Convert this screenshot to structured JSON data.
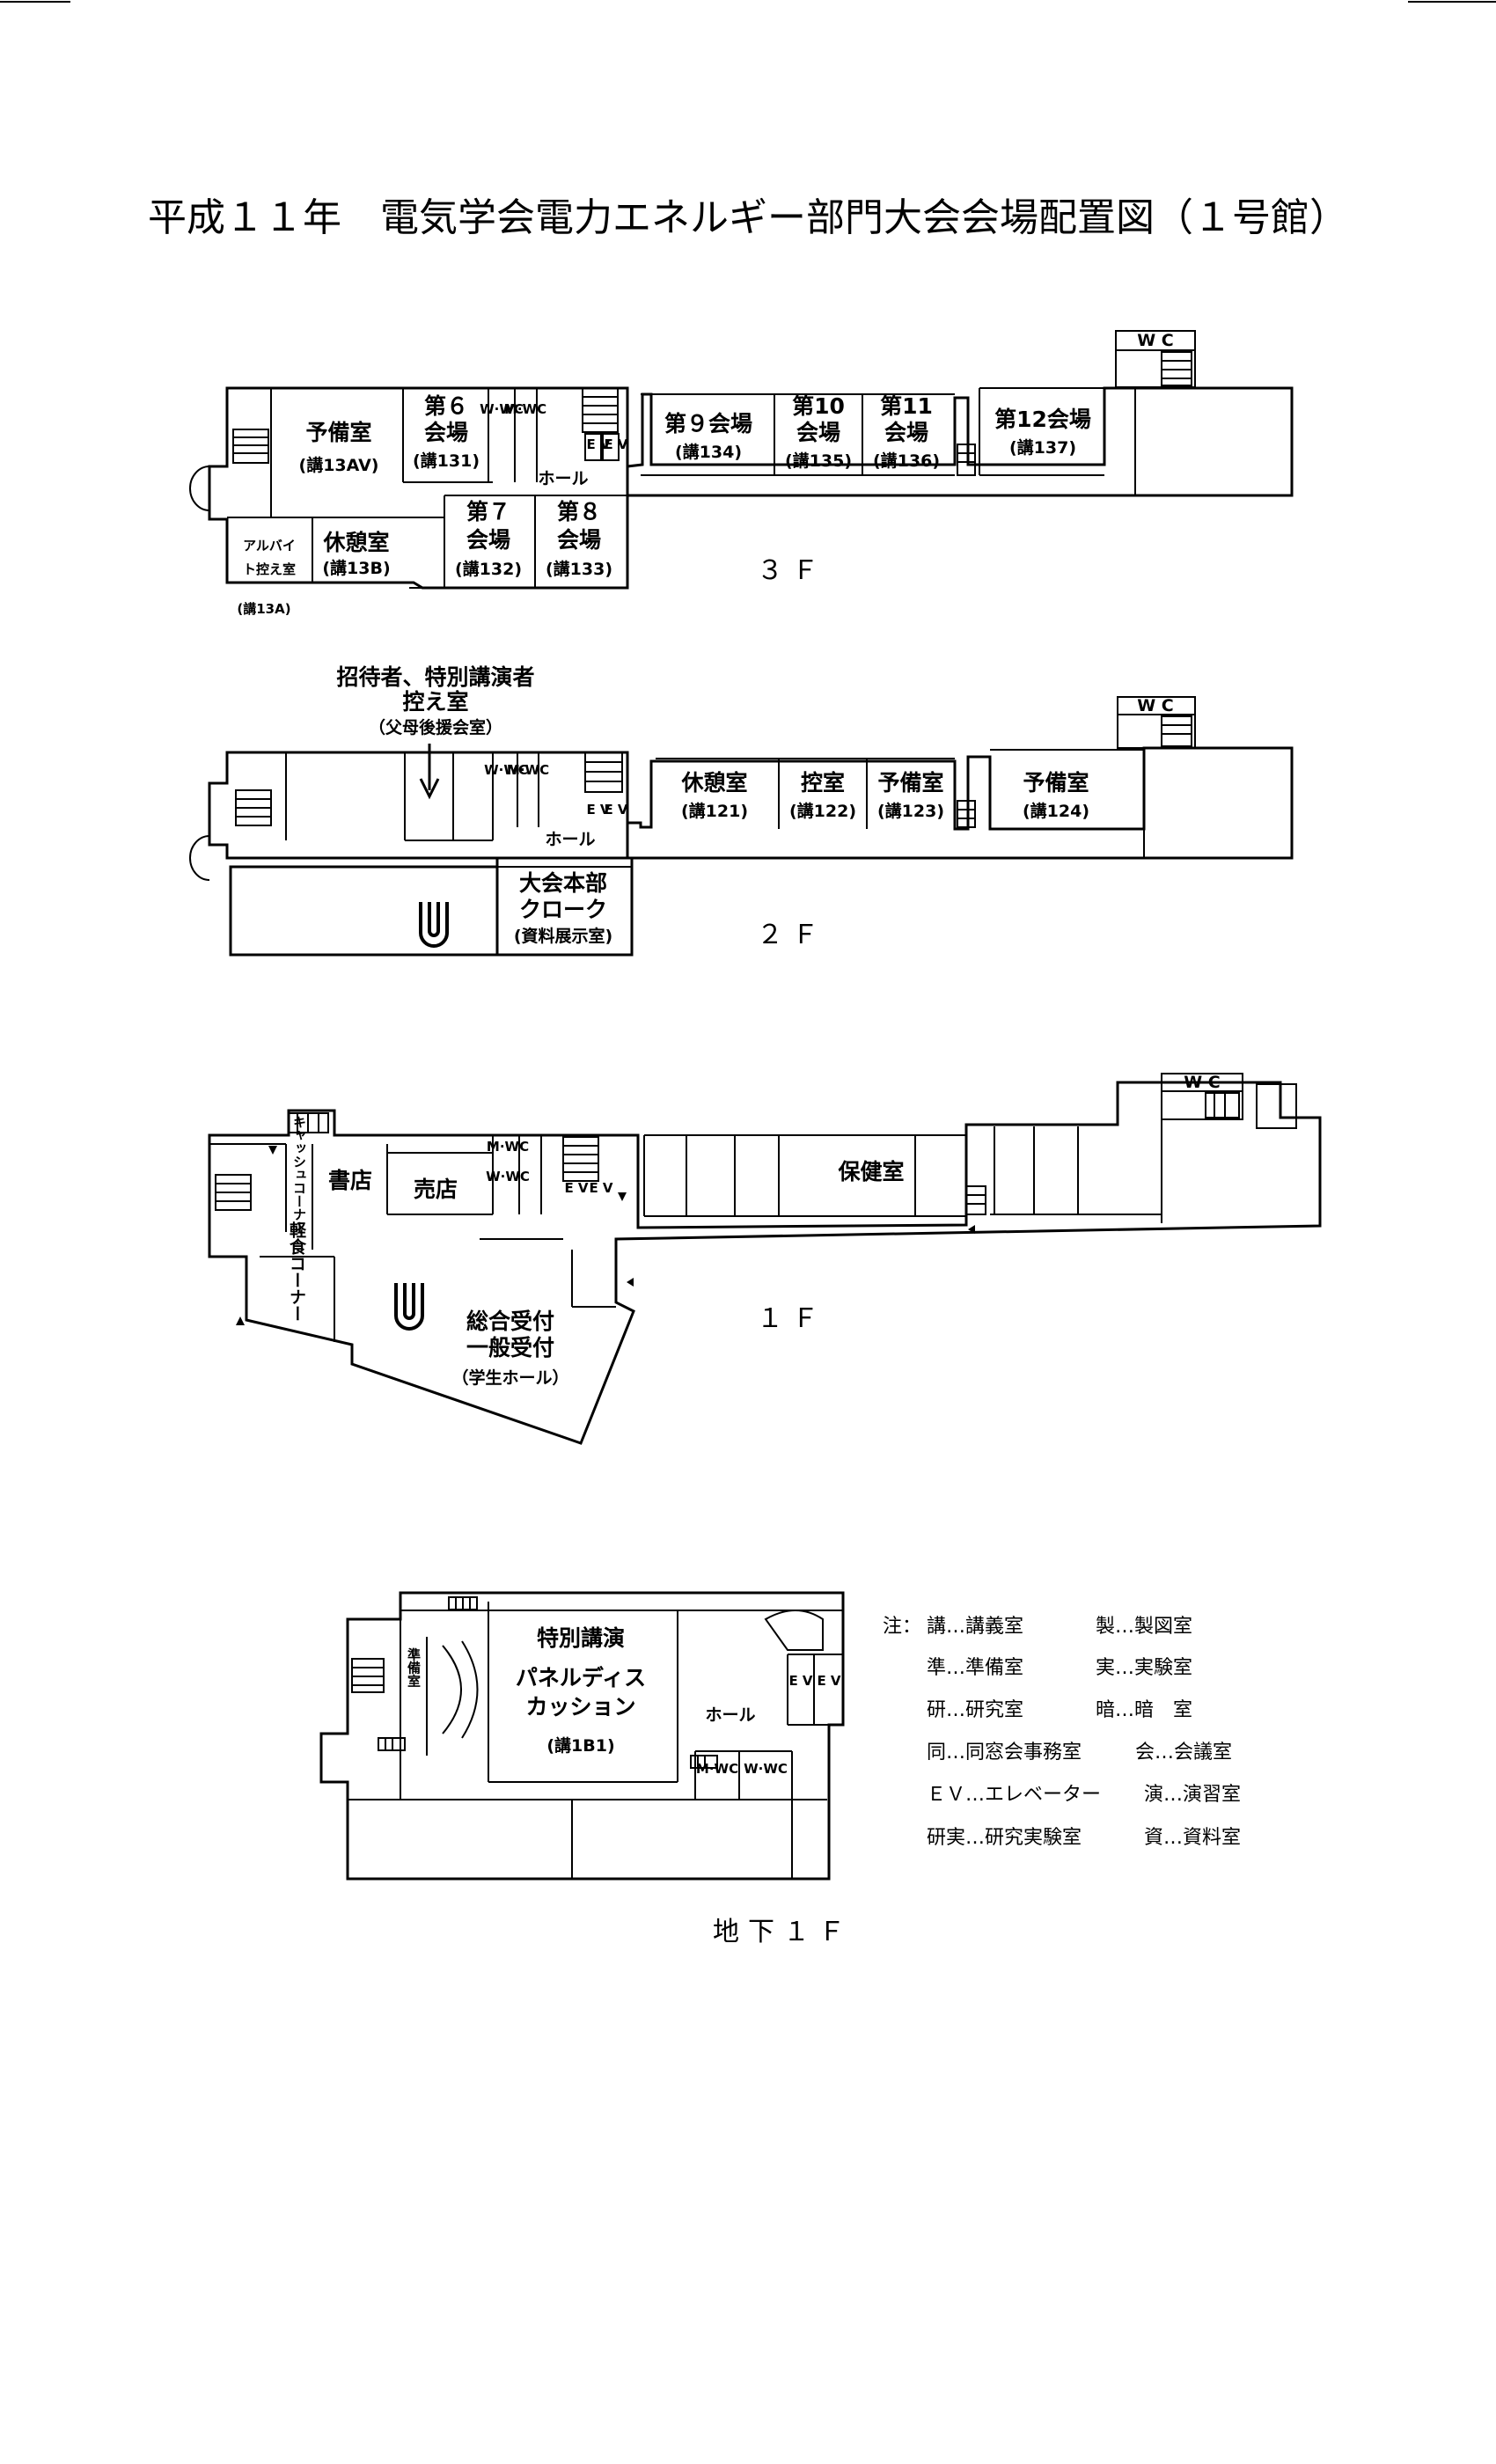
{
  "title": "平成１１年　電気学会電力エネルギー部門大会会場配置図（１号館）",
  "floors": {
    "f3": {
      "label": "３Ｆ",
      "rooms": {
        "yobi": "予備室",
        "yobi_code": "(講13AV)",
        "r6a": "第６",
        "r6b": "会場",
        "r6c": "(講131)",
        "wc1": "W·WC",
        "wc2": "M·WC",
        "ev": "E V",
        "ev2": "E V",
        "hall": "ホール",
        "r9": "第９会場",
        "r9c": "(講134)",
        "r10a": "第10",
        "r10b": "会場",
        "r10c": "(講135)",
        "r11a": "第11",
        "r11b": "会場",
        "r11c": "(講136)",
        "r12": "第12会場",
        "r12c": "(講137)",
        "r7a": "第７",
        "r7b": "会場",
        "r7c": "(講132)",
        "r8a": "第８",
        "r8b": "会場",
        "r8c": "(講133)",
        "arbA": "アルバイ",
        "arbB": "ト控え室",
        "arbC": "(講13A)",
        "kyu": "休憩室",
        "kyuc": "(講13B)",
        "wc_top": "W C"
      }
    },
    "f2": {
      "label": "２Ｆ",
      "note_a": "招待者、特別講演者",
      "note_b": "控え室",
      "note_c": "（父母後援会室）",
      "rooms": {
        "wc1": "W·WC",
        "wc2": "M·WC",
        "ev": "E V",
        "ev2": "E V",
        "hall": "ホール",
        "kyu": "休憩室",
        "kyuc": "(講121)",
        "hikae": "控室",
        "hikaec": "(講122)",
        "yobi1": "予備室",
        "yobi1c": "(講123)",
        "yobi2": "予備室",
        "yobi2c": "(講124)",
        "honbuA": "大会本部",
        "honbuB": "クローク",
        "honbuC": "(資料展示室)",
        "wc_top": "W C"
      }
    },
    "f1": {
      "label": "１Ｆ",
      "rooms": {
        "shoten": "書店",
        "baiten": "売店",
        "cash": "キャッシュコーナー",
        "wc1": "W·WC",
        "wc2": "M·WC",
        "ev": "E V",
        "ev2": "E V",
        "hoken": "保健室",
        "keishoku": "軽食コーナー",
        "ukeA": "総合受付",
        "ukeB": "一般受付",
        "ukeC": "（学生ホール）",
        "wc_top": "W C"
      }
    },
    "b1": {
      "label": "地下１Ｆ",
      "rooms": {
        "junbi": "準備室",
        "tokubetsu": "特別講演",
        "panelA": "パネルディス",
        "panelB": "カッション",
        "panelC": "(講1B1)",
        "hall": "ホール",
        "ev": "E V",
        "ev2": "E V",
        "wc1": "M·WC",
        "wc2": "W·WC"
      }
    }
  },
  "legend": {
    "head": "注：",
    "items": [
      "講…講義室",
      "製…製図室",
      "準…準備室",
      "実…実験室",
      "研…研究室",
      "暗…暗　室",
      "同…同窓会事務室",
      "会…会議室",
      "ＥＶ…エレベーター",
      "演…演習室",
      "研実…研究実験室",
      "資…資料室"
    ]
  }
}
